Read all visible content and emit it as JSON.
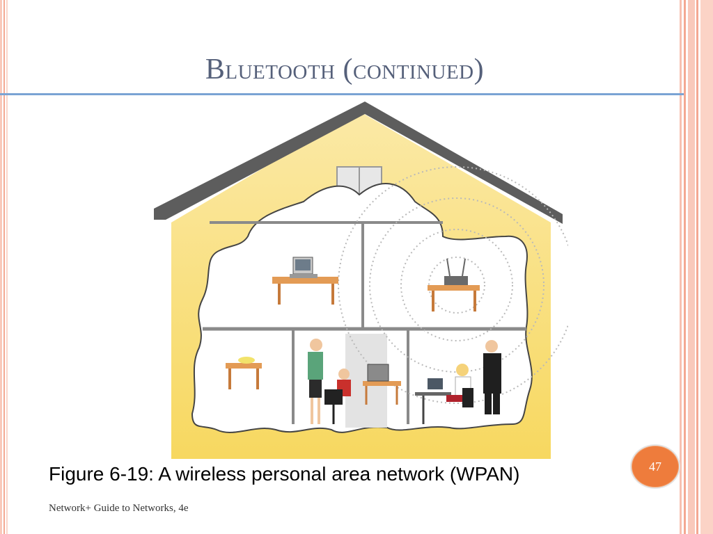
{
  "slide": {
    "title": "Bluetooth (continued)",
    "caption": "Figure 6-19: A wireless personal area network (WPAN)",
    "footer": "Network+ Guide to Networks, 4e",
    "page_number": "47"
  },
  "colors": {
    "title": "#55607a",
    "rule": "#7aa3d4",
    "badge": "#ee7c3c",
    "house_wall": "#fbe79a",
    "roof": "#5d5d5d",
    "stripe_salmon": "#f6b8a6"
  },
  "figure": {
    "description_icon": "house-wpan-illustration-icon"
  }
}
